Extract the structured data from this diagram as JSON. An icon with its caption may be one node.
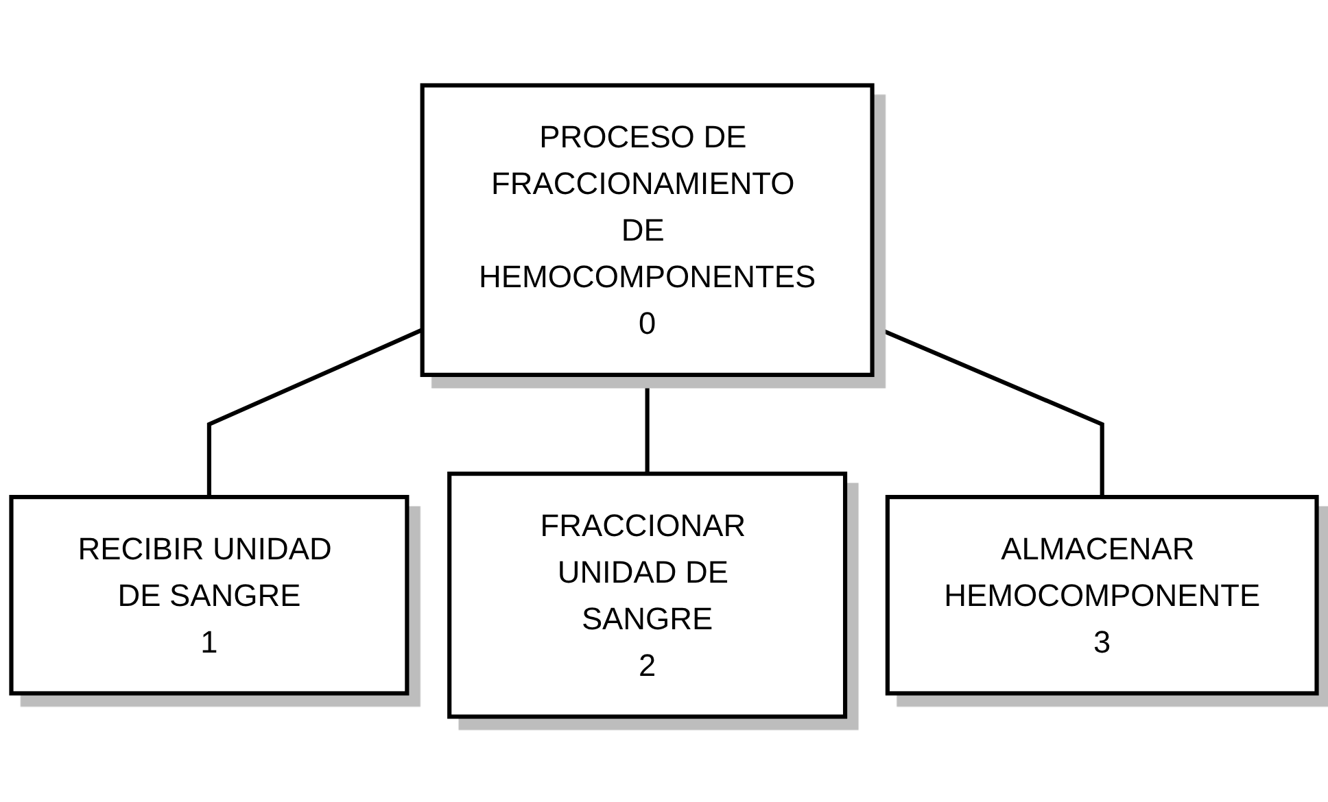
{
  "diagram": {
    "nodes": [
      {
        "text": [
          "PROCESO DE FRACCIONAMIENTO DE HEMOCOMPONENTES",
          "0"
        ]
      },
      {
        "text": [
          "RECIBIR UNIDAD DE SANGRE",
          "1"
        ]
      },
      {
        "text": [
          "FRACCIONAR UNIDAD DE SANGRE",
          "2"
        ]
      },
      {
        "text": [
          "ALMACENAR HEMOCOMPONENTE",
          "3"
        ]
      }
    ],
    "edges": [
      {
        "from": 0,
        "to": 1,
        "arrow": "none"
      },
      {
        "from": 0,
        "to": 2,
        "arrow": "none"
      },
      {
        "from": 0,
        "to": 3,
        "arrow": "none"
      }
    ]
  }
}
